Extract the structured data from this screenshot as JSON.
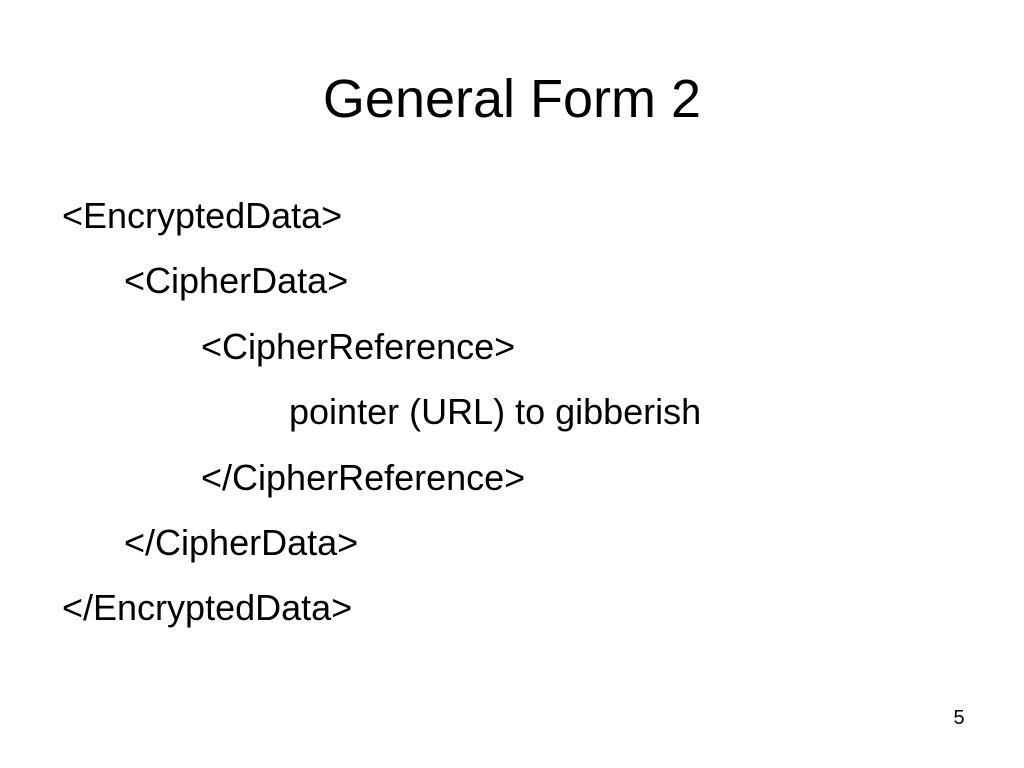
{
  "slide": {
    "title": "General Form 2",
    "lines": [
      "<EncryptedData>",
      "<CipherData>",
      "<CipherReference>",
      "pointer (URL) to gibberish",
      "</CipherReference>",
      "</CipherData>",
      "</EncryptedData>"
    ],
    "page_number": "5"
  },
  "colors": {
    "background": "#ffffff",
    "text": "#000000"
  }
}
